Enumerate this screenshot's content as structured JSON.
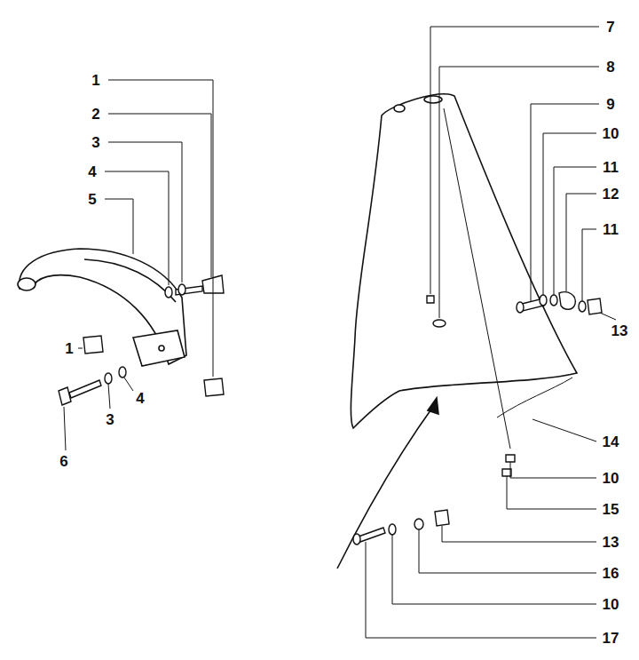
{
  "diagram": {
    "labels": [
      "1",
      "2",
      "3",
      "4",
      "5",
      "1",
      "4",
      "3",
      "6",
      "7",
      "8",
      "9",
      "10",
      "11",
      "12",
      "11",
      "13",
      "14",
      "10",
      "15",
      "13",
      "16",
      "10",
      "17"
    ]
  }
}
